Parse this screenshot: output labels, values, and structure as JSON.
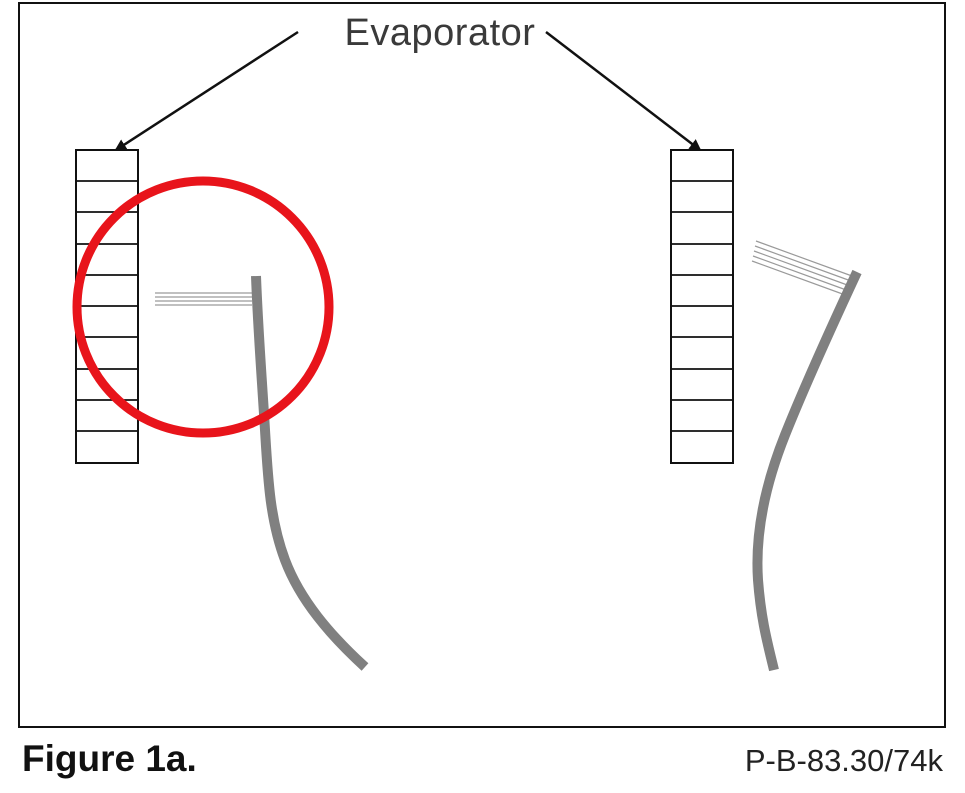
{
  "diagram": {
    "label": "Evaporator",
    "caption": "Figure 1a.",
    "reference": "P-B-83.30/74k",
    "colors": {
      "frame": "#111111",
      "evaporator": "#111111",
      "sensor": "#808080",
      "highlight_circle": "#e8141b",
      "capillary_lines": "#9a9a9a"
    }
  }
}
